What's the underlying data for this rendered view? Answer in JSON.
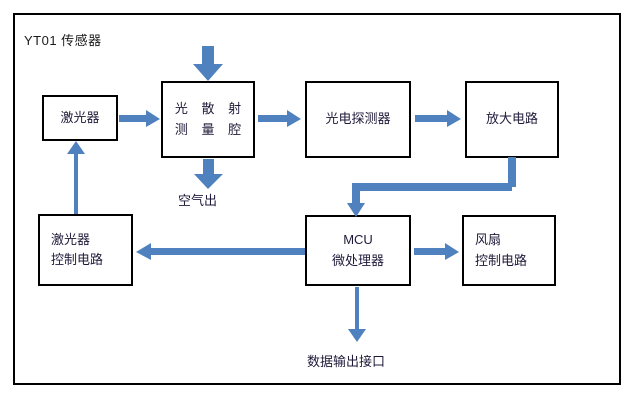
{
  "diagram": {
    "title": "YT01 传感器",
    "accent_color": "#4e81bd",
    "outline_color": "#000000",
    "text_color": "#201a3a",
    "background": "#ffffff"
  },
  "blocks": [
    {
      "id": "laser",
      "lines": [
        "激光器"
      ],
      "align": "center"
    },
    {
      "id": "chamber",
      "lines": [
        "光 散 射",
        "测 量 腔"
      ],
      "align": "center"
    },
    {
      "id": "photodetector",
      "lines": [
        "光电探测器"
      ],
      "align": "center"
    },
    {
      "id": "amplifier",
      "lines": [
        "放大电路"
      ],
      "align": "center"
    },
    {
      "id": "laser-control",
      "lines": [
        "激光器",
        "控制电路"
      ],
      "align": "left"
    },
    {
      "id": "mcu",
      "lines": [
        "MCU",
        "微处理器"
      ],
      "align": "center"
    },
    {
      "id": "fan-control",
      "lines": [
        "风扇",
        "控制电路"
      ],
      "align": "left"
    }
  ],
  "captions": {
    "air_out": "空气出",
    "data_output": "数据输出接口"
  },
  "flows": [
    {
      "from": "air-inlet",
      "to": "chamber",
      "label": ""
    },
    {
      "from": "laser",
      "to": "chamber",
      "label": ""
    },
    {
      "from": "chamber",
      "to": "photodetector",
      "label": ""
    },
    {
      "from": "photodetector",
      "to": "amplifier",
      "label": ""
    },
    {
      "from": "chamber",
      "to": "air-out",
      "label": ""
    },
    {
      "from": "amplifier",
      "to": "mcu",
      "label": ""
    },
    {
      "from": "mcu",
      "to": "fan-control",
      "label": ""
    },
    {
      "from": "mcu",
      "to": "laser-control",
      "label": ""
    },
    {
      "from": "laser-control",
      "to": "laser",
      "label": ""
    },
    {
      "from": "mcu",
      "to": "data-output",
      "label": ""
    }
  ]
}
